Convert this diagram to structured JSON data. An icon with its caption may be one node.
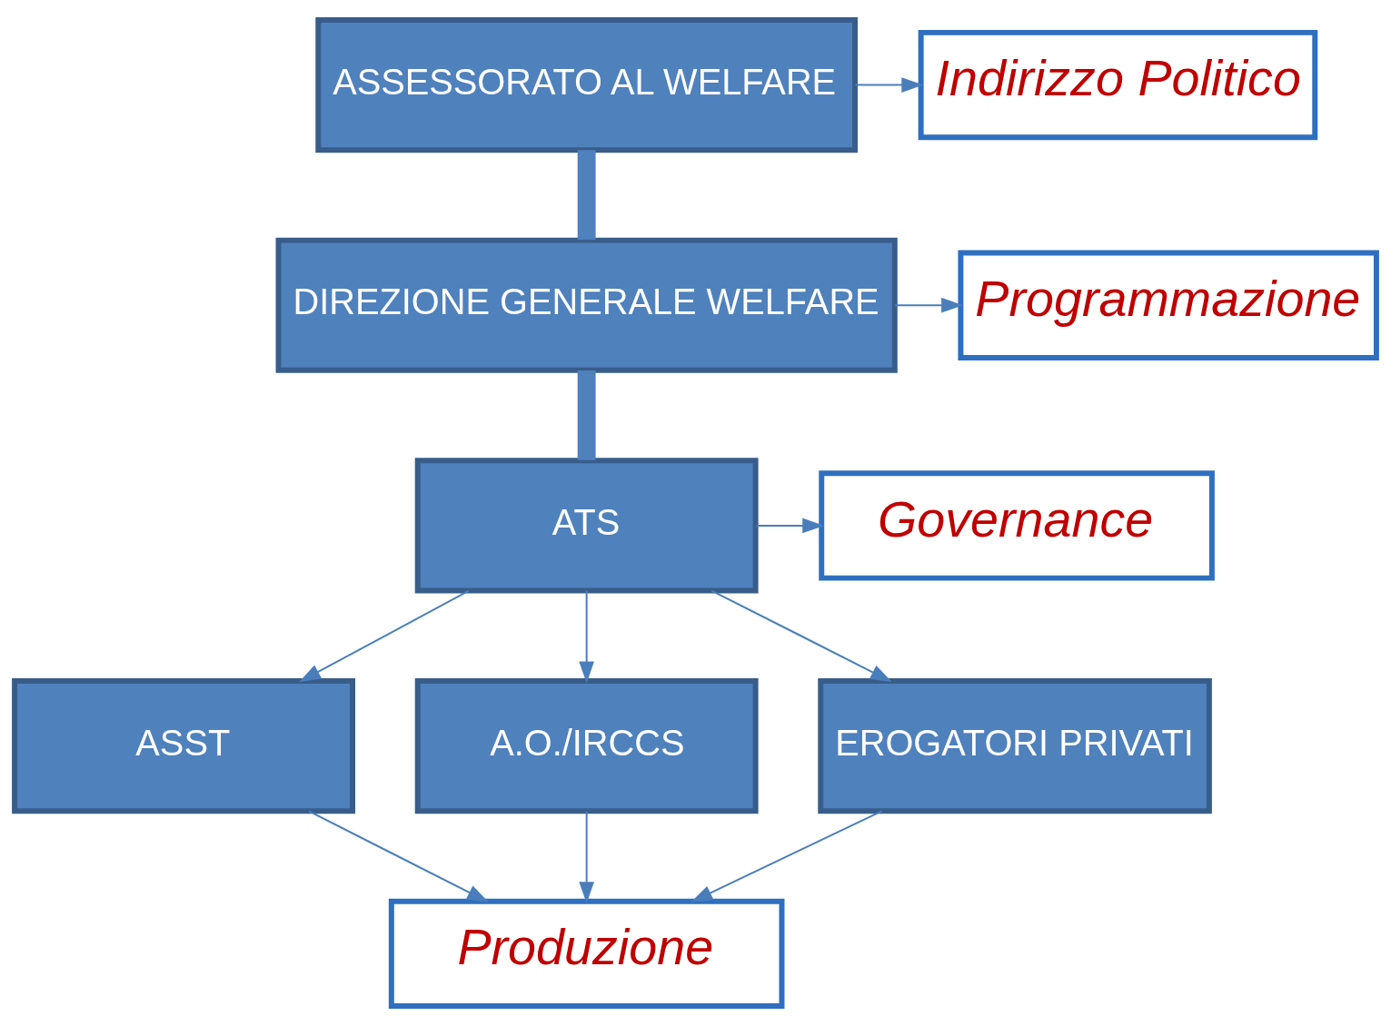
{
  "diagram": {
    "nodes": [
      {
        "text": [
          "ASSESSORATO AL WELFARE"
        ]
      },
      {
        "text": [
          "DIREZIONE GENERALE WELFARE"
        ]
      },
      {
        "text": [
          "ATS"
        ]
      },
      {
        "text": [
          "ASST"
        ]
      },
      {
        "text": [
          "A.O./IRCCS"
        ]
      },
      {
        "text": [
          "EROGATORI PRIVATI"
        ]
      },
      {
        "text": [
          "Produzione"
        ]
      },
      {
        "text": [
          "Indirizzo Politico"
        ]
      },
      {
        "text": [
          "Programmazione"
        ]
      },
      {
        "text": [
          "Governance"
        ]
      }
    ],
    "edges": [
      {
        "from": 0,
        "to": 1,
        "arrow": "none",
        "style": "thick"
      },
      {
        "from": 1,
        "to": 2,
        "arrow": "none",
        "style": "thick"
      },
      {
        "from": 2,
        "to": 3,
        "arrow": "to"
      },
      {
        "from": 2,
        "to": 4,
        "arrow": "to"
      },
      {
        "from": 2,
        "to": 5,
        "arrow": "to"
      },
      {
        "from": 3,
        "to": 6,
        "arrow": "to"
      },
      {
        "from": 4,
        "to": 6,
        "arrow": "to"
      },
      {
        "from": 5,
        "to": 6,
        "arrow": "to"
      },
      {
        "from": 0,
        "to": 7,
        "arrow": "to"
      },
      {
        "from": 1,
        "to": 8,
        "arrow": "to"
      },
      {
        "from": 2,
        "to": 9,
        "arrow": "to"
      }
    ]
  }
}
